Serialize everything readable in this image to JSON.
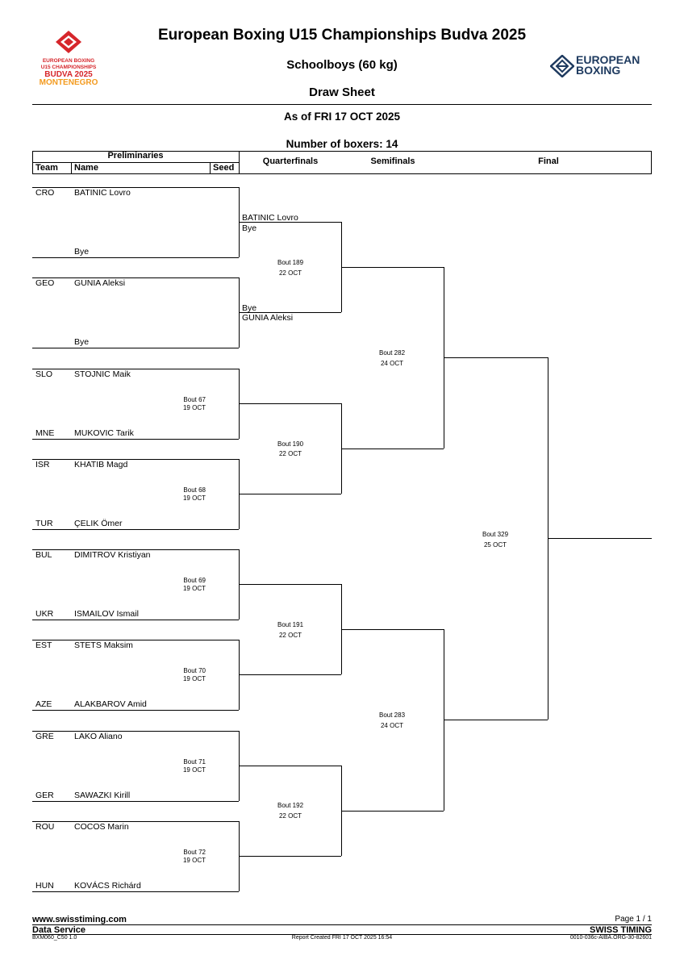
{
  "header": {
    "title": "European Boxing U15 Championships Budva 2025",
    "category": "Schoolboys (60 kg)",
    "sheet": "Draw Sheet",
    "as_of": "As of FRI 17 OCT 2025",
    "num_boxers": "Number of boxers: 14"
  },
  "left_logo": {
    "line1": "EUROPEAN BOXING",
    "line2": "U15 CHAMPIONSHIPS",
    "line3": "BUDVA 2025",
    "line4": "MONTENEGRO",
    "color": "#d6262b",
    "accent": "#f39a1e"
  },
  "right_logo": {
    "line1": "EUROPEAN",
    "line2": "BOXING",
    "icon": "boxing-ring-icon",
    "color": "#1e3a5f"
  },
  "columns": {
    "preliminaries": "Preliminaries",
    "team": "Team",
    "name": "Name",
    "seed": "Seed",
    "quarterfinals": "Quarterfinals",
    "semifinals": "Semifinals",
    "final": "Final"
  },
  "preliminaries": [
    {
      "top": {
        "team": "CRO",
        "name": "BATINIC Lovro"
      },
      "bottom": {
        "team": "",
        "name": "Bye"
      },
      "bout": "",
      "date": ""
    },
    {
      "top": {
        "team": "GEO",
        "name": "GUNIA Aleksi"
      },
      "bottom": {
        "team": "",
        "name": "Bye"
      },
      "bout": "",
      "date": ""
    },
    {
      "top": {
        "team": "SLO",
        "name": "STOJNIC Maik"
      },
      "bottom": {
        "team": "MNE",
        "name": "MUKOVIC Tarik"
      },
      "bout": "Bout 67",
      "date": "19 OCT"
    },
    {
      "top": {
        "team": "ISR",
        "name": "KHATIB Magd"
      },
      "bottom": {
        "team": "TUR",
        "name": "ÇELIK Ömer"
      },
      "bout": "Bout 68",
      "date": "19 OCT"
    },
    {
      "top": {
        "team": "BUL",
        "name": "DIMITROV Kristiyan"
      },
      "bottom": {
        "team": "UKR",
        "name": "ISMAILOV Ismail"
      },
      "bout": "Bout 69",
      "date": "19 OCT"
    },
    {
      "top": {
        "team": "EST",
        "name": "STETS Maksim"
      },
      "bottom": {
        "team": "AZE",
        "name": "ALAKBAROV Amid"
      },
      "bout": "Bout 70",
      "date": "19 OCT"
    },
    {
      "top": {
        "team": "GRE",
        "name": "LAKO Aliano"
      },
      "bottom": {
        "team": "GER",
        "name": "SAWAZKI Kirill"
      },
      "bout": "Bout 71",
      "date": "19 OCT"
    },
    {
      "top": {
        "team": "ROU",
        "name": "COCOS Marin"
      },
      "bottom": {
        "team": "HUN",
        "name": "KOVÁCS Richárd"
      },
      "bout": "Bout 72",
      "date": "19 OCT"
    }
  ],
  "quarterfinals": [
    {
      "bout": "Bout 189",
      "date": "22 OCT",
      "top_name": "BATINIC Lovro",
      "top_sub": "Bye",
      "bottom_name": "Bye",
      "bottom_sub": "GUNIA Aleksi"
    },
    {
      "bout": "Bout 190",
      "date": "22 OCT"
    },
    {
      "bout": "Bout 191",
      "date": "22 OCT"
    },
    {
      "bout": "Bout 192",
      "date": "22 OCT"
    }
  ],
  "semifinals": [
    {
      "bout": "Bout 282",
      "date": "24 OCT"
    },
    {
      "bout": "Bout 283",
      "date": "24 OCT"
    }
  ],
  "final": {
    "bout": "Bout 329",
    "date": "25 OCT"
  },
  "footer": {
    "website": "www.swisstiming.com",
    "service": "Data Service",
    "code": "BXM060_C50 1.0",
    "report": "Report Created  FRI 17 OCT 2025 16:54",
    "page": "Page 1 / 1",
    "brand": "SWISS TIMING",
    "doc_id": "0010-036c-AIBA.ORG-30-82601"
  }
}
